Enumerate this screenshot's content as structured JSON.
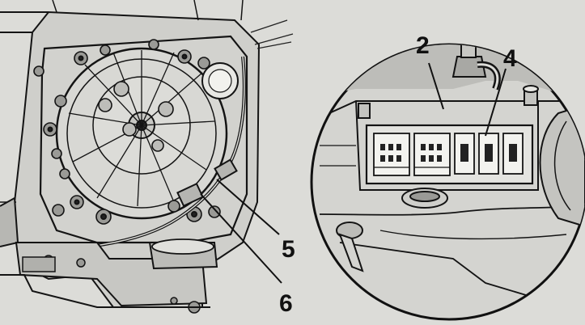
{
  "callouts": {
    "c2": "2",
    "c4": "4",
    "c5": "5",
    "c6": "6"
  },
  "colors": {
    "background": "#d9d9d6",
    "ink": "#111111",
    "shade": "#8a8a86"
  }
}
